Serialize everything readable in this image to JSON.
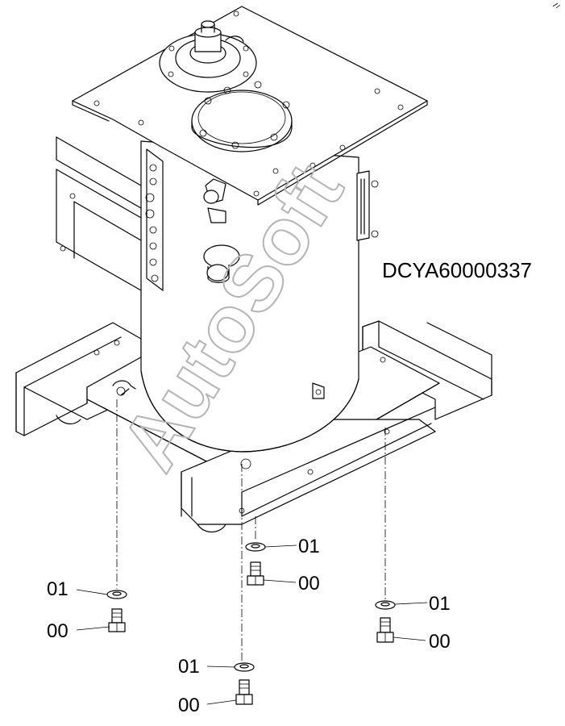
{
  "drawing_code": "DCYA60000337",
  "watermark": "AutoSoft",
  "callouts": {
    "washer_left": "01",
    "bolt_left": "00",
    "washer_center_upper": "01",
    "bolt_center_upper": "00",
    "washer_right": "01",
    "bolt_right": "00",
    "washer_center_lower": "01",
    "bolt_center_lower": "00"
  }
}
